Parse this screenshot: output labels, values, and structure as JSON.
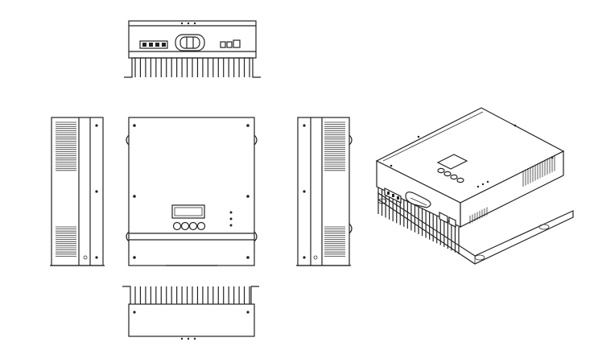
{
  "drawing": {
    "views": [
      {
        "id": "top-view",
        "kind": "orthographic"
      },
      {
        "id": "left-side-view",
        "kind": "orthographic"
      },
      {
        "id": "front-view",
        "kind": "orthographic"
      },
      {
        "id": "right-side-view",
        "kind": "orthographic"
      },
      {
        "id": "bottom-view",
        "kind": "orthographic"
      },
      {
        "id": "isometric-view",
        "kind": "perspective"
      }
    ],
    "front_panel": {
      "buttons": 4,
      "indicator_leds": 3,
      "has_lcd": true
    },
    "heatsink_fin_count": 23,
    "line_color": "#222222",
    "background_color": "#ffffff"
  }
}
